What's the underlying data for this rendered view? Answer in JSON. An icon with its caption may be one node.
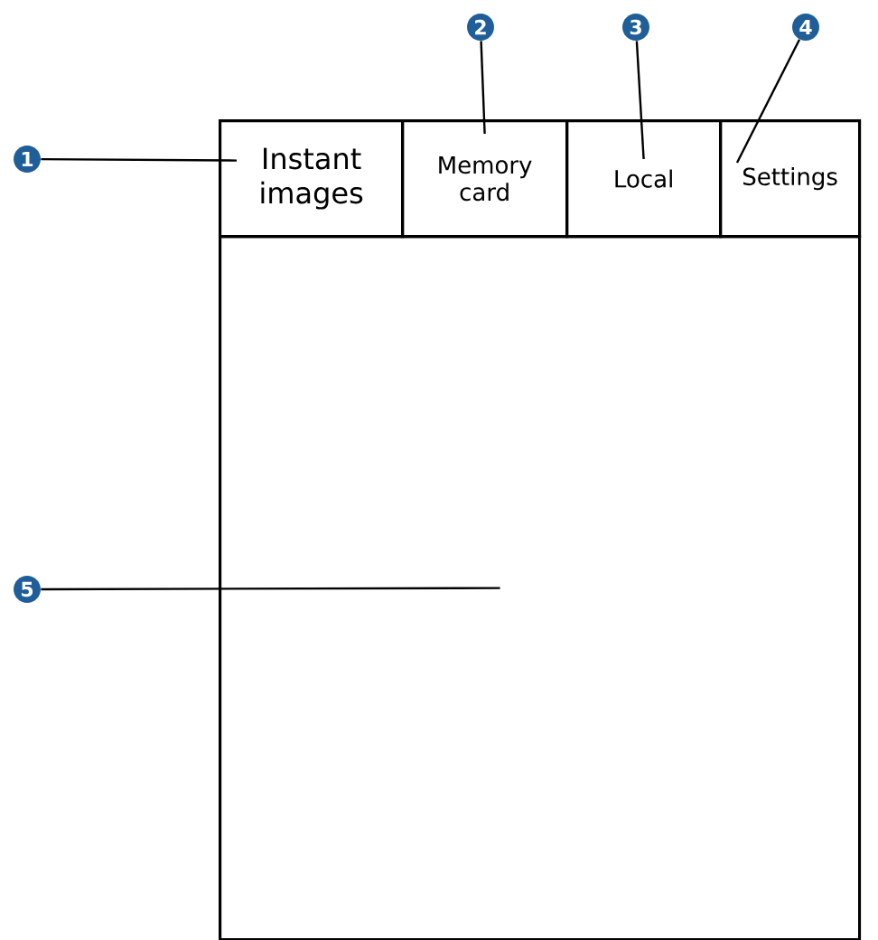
{
  "diagram": {
    "nodes": [
      {
        "text": [
          "1"
        ]
      },
      {
        "text": [
          "2"
        ]
      },
      {
        "text": [
          "3"
        ]
      },
      {
        "text": [
          "4"
        ]
      },
      {
        "text": [
          "5"
        ]
      },
      {
        "text": [
          "Instant images"
        ]
      },
      {
        "text": [
          "Memory card"
        ]
      },
      {
        "text": [
          "Local"
        ]
      },
      {
        "text": [
          "Settings"
        ]
      },
      {
        "text": [],
        "shape": "box"
      }
    ],
    "edges": [
      {
        "from": 0,
        "to": 5,
        "arrow": "none"
      },
      {
        "from": 1,
        "to": 6,
        "arrow": "none"
      },
      {
        "from": 2,
        "to": 7,
        "arrow": "none"
      },
      {
        "from": 3,
        "to": 8,
        "arrow": "none"
      },
      {
        "from": 4,
        "to": 9,
        "arrow": "none"
      }
    ]
  }
}
